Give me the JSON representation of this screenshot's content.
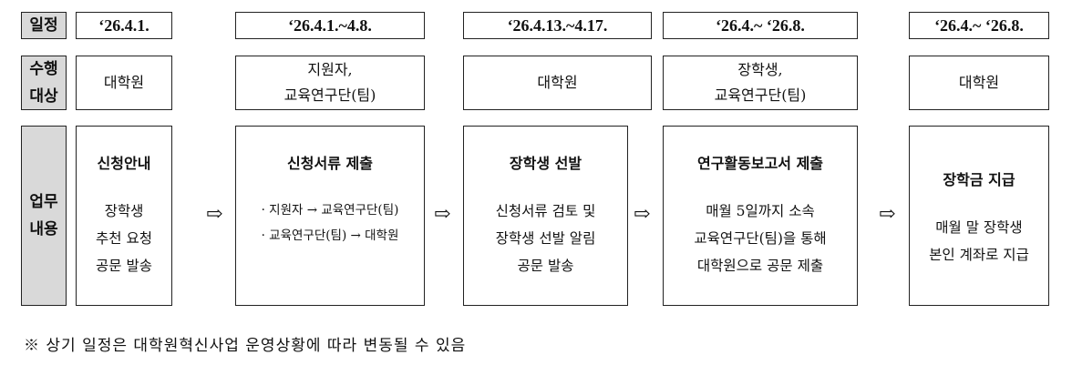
{
  "labels": {
    "schedule": "일정",
    "target_1": "수행",
    "target_2": "대상",
    "task_1": "업무",
    "task_2": "내용"
  },
  "steps": [
    {
      "date": "‘26.4.1.",
      "target": [
        "대학원"
      ],
      "title": "신청안내",
      "body": [
        "장학생",
        "추천 요청",
        "공문 발송"
      ]
    },
    {
      "date": "‘26.4.1.~4.8.",
      "target": [
        "지원자,",
        "교육연구단(팀)"
      ],
      "title": "신청서류 제출",
      "body": [
        "· 지원자 → 교육연구단(팀)",
        "· 교육연구단(팀) → 대학원"
      ]
    },
    {
      "date": "‘26.4.13.~4.17.",
      "target": [
        "대학원"
      ],
      "title": "장학생 선발",
      "body": [
        "신청서류 검토 및",
        "장학생 선발 알림",
        "공문 발송"
      ]
    },
    {
      "date": "‘26.4.~ ‘26.8.",
      "target": [
        "장학생,",
        "교육연구단(팀)"
      ],
      "title": "연구활동보고서 제출",
      "body": [
        "매월 5일까지 소속",
        "교육연구단(팀)을 통해",
        "대학원으로 공문 제출"
      ]
    },
    {
      "date": "‘26.4.~ ‘26.8.",
      "target": [
        "대학원"
      ],
      "title": "장학금 지급",
      "body": [
        "매월 말 장학생",
        "본인 계좌로 지급"
      ]
    }
  ],
  "arrow": "⇨",
  "note": "※ 상기 일정은 대학원혁신사업 운영상황에 따라 변동될 수 있음"
}
